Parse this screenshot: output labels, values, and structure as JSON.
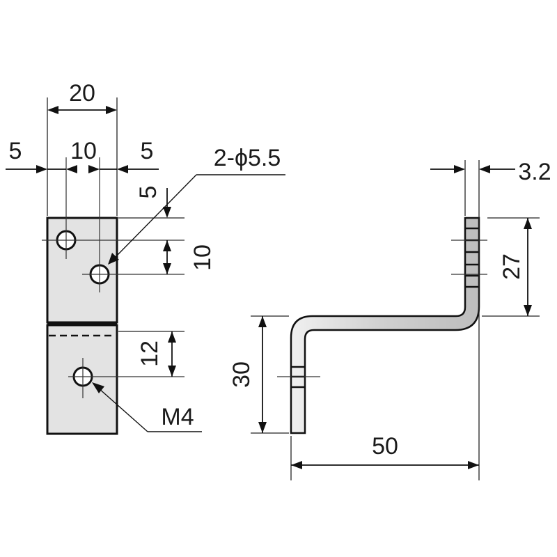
{
  "front_view": {
    "width_total": "20",
    "spacing_left": "5",
    "spacing_center": "10",
    "spacing_right": "5",
    "hole_top_offset": "5",
    "hole_vertical_pitch": "10",
    "tapped_hole_offset": "12",
    "hole_callout": "2-ϕ5.5",
    "tap_callout": "M4"
  },
  "side_view": {
    "thickness": "3.2",
    "upper_leg_height": "27",
    "lower_leg_height": "30",
    "offset_width": "50"
  },
  "colors": {
    "part_fill": "#e3e3e3",
    "line": "#111111"
  }
}
